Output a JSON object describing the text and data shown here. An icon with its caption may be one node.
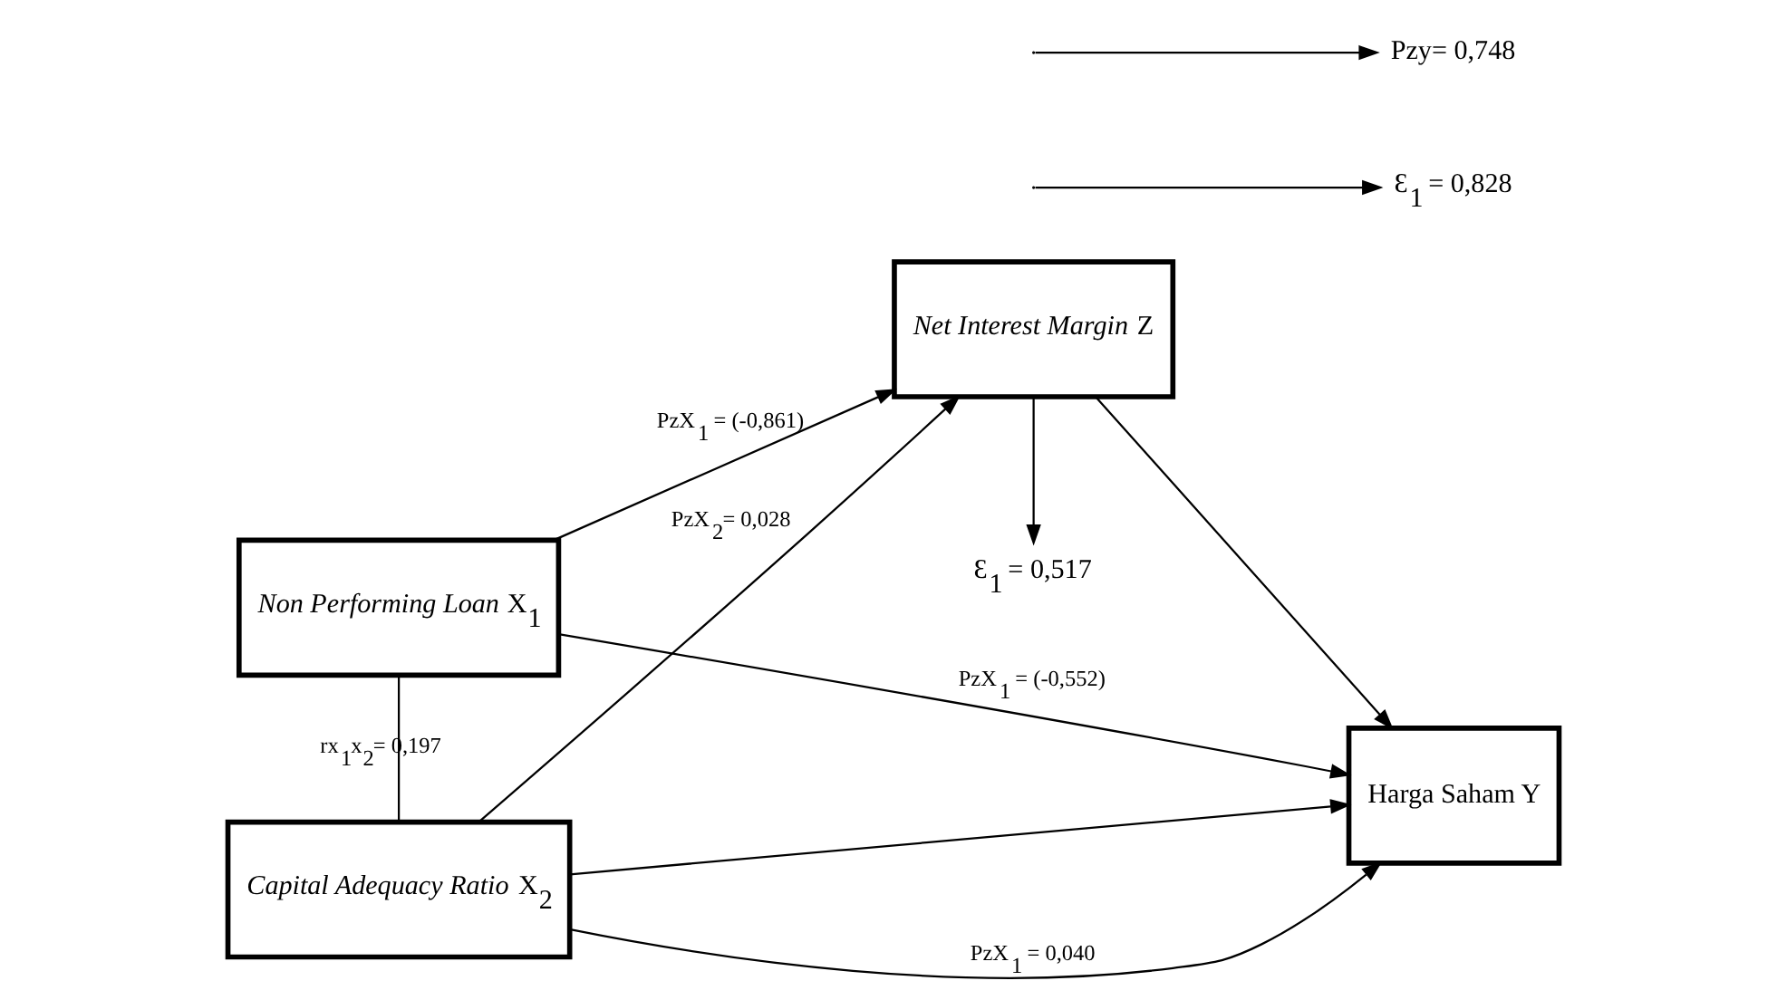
{
  "diagram": {
    "nodes": [
      {
        "text": [
          "*Non Performing Loan* X$_{1}$"
        ]
      },
      {
        "text": [
          "*Capital Adequacy Ratio* X$_{2}$"
        ]
      },
      {
        "text": [
          "*Net Interest Margin* Z"
        ]
      },
      {
        "text": [
          "Harga Saham Y"
        ]
      },
      {
        "text": [
          "Ɛ$_{1}$ = 0,517"
        ]
      },
      {
        "text": [
          "Ɛ$_{1}$ = 0,828"
        ]
      },
      {
        "text": [
          "Pzy= 0,748"
        ]
      }
    ],
    "edges": [
      {
        "from": 0,
        "to": 1,
        "arrow": "none",
        "label": "rx$_{1}$x$_{2}$= 0,197"
      },
      {
        "from": 0,
        "to": 3,
        "arrow": "to",
        "label": "PzX$_{1}$ = (-0,552)"
      },
      {
        "from": 0,
        "to": 2,
        "arrow": "to",
        "label": "PzX$_{1}$ = (-0,861)"
      },
      {
        "from": 1,
        "to": 2,
        "arrow": "to",
        "label": "PzX$_{2}$= 0,028"
      },
      {
        "from": 1,
        "to": 3,
        "arrow": "to",
        "label": "PzX$_{1}$ = 0,040"
      },
      {
        "from": 1,
        "to": 3,
        "arrow": "to"
      },
      {
        "from": 2,
        "to": 3,
        "arrow": "to"
      },
      {
        "from": 2,
        "to": 4,
        "arrow": "to"
      },
      {
        "from": null,
        "to": 5,
        "arrow": "to"
      },
      {
        "from": null,
        "to": 6,
        "arrow": "to"
      }
    ]
  }
}
